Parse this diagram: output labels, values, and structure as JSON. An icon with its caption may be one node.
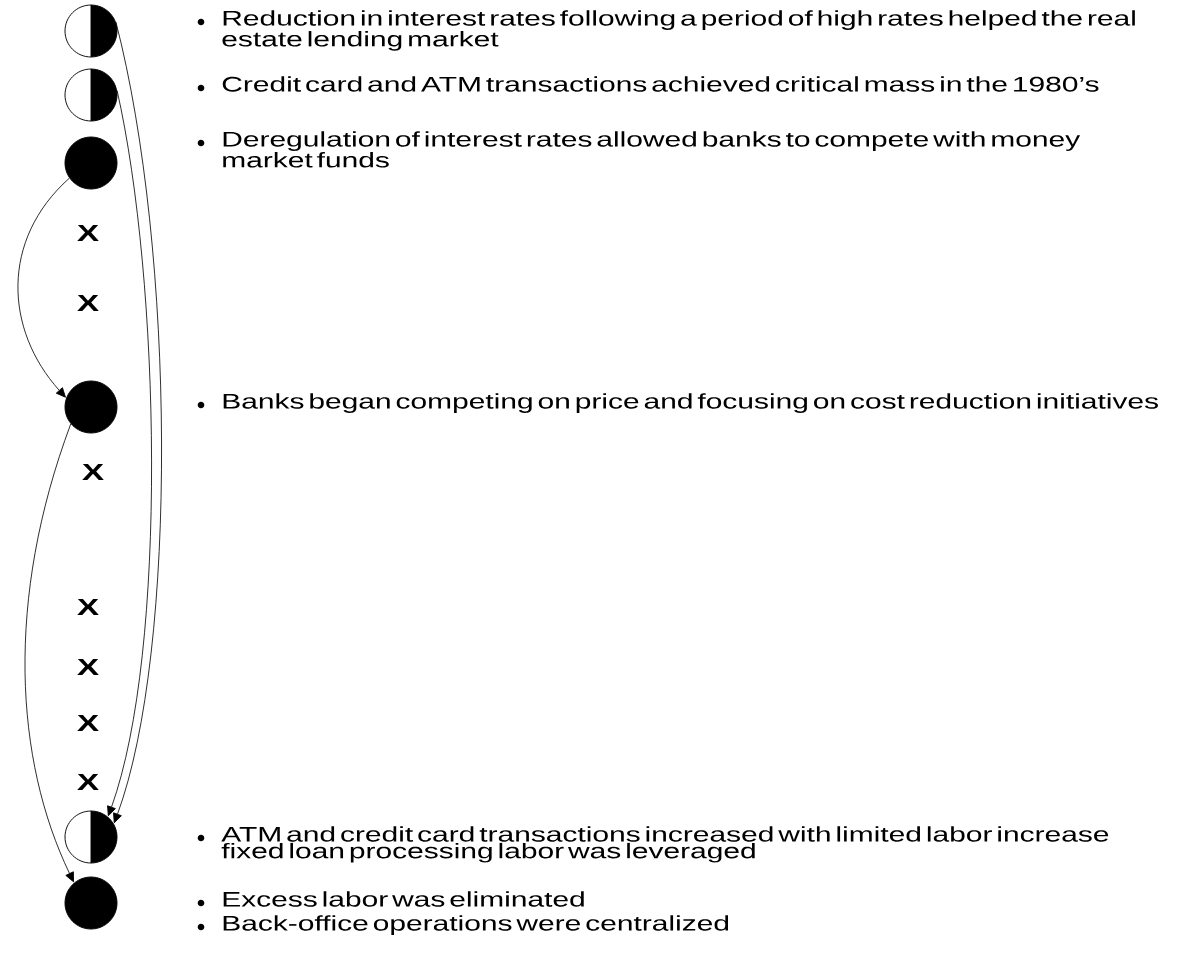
{
  "diagram": {
    "nodes": [
      {
        "text": [],
        "shape": "half-circle"
      },
      {
        "text": [],
        "shape": "half-circle"
      },
      {
        "text": [],
        "shape": "circle"
      },
      {
        "text": [],
        "shape": "circle"
      },
      {
        "text": [],
        "shape": "half-circle"
      },
      {
        "text": [],
        "shape": "circle"
      }
    ],
    "edges": [
      {
        "from": 0,
        "to": 4,
        "arrow": "to"
      },
      {
        "from": 1,
        "to": 4,
        "arrow": "to"
      },
      {
        "from": 2,
        "to": 3,
        "arrow": "to"
      },
      {
        "from": 3,
        "to": 5,
        "arrow": "to"
      }
    ],
    "labels": [
      "Reduction in interest rates following a period of high rates helped the real estate lending market",
      "Credit card and ATM transactions achieved critical mass in the 1980’s",
      "Deregulation of interest rates allowed banks to compete with money market funds",
      "X",
      "X",
      "Banks began competing on price and focusing on cost reduction initiatives",
      "X",
      "X",
      "X",
      "X",
      "X",
      "ATM and credit card transactions increased with limited labor increase fixed loan processing labor was leveraged",
      "Excess labor was eliminated",
      "Back-office operations were centralized"
    ]
  }
}
